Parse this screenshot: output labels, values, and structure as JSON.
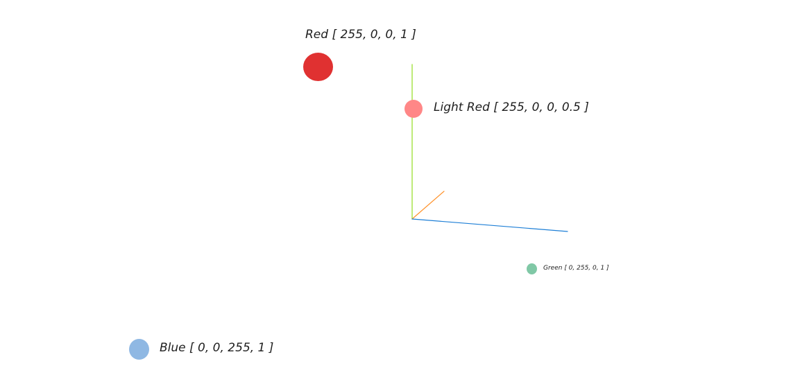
{
  "points": [
    {
      "id": "red",
      "label": "Red [ 255, 0, 0, 1 ]",
      "color": "#e03131"
    },
    {
      "id": "light-red",
      "label": "Light Red [ 255, 0, 0, 0.5 ]",
      "color": "#ff8787"
    },
    {
      "id": "green",
      "label": "Green [ 0, 255, 0, 1 ]",
      "color": "#80c8a6"
    },
    {
      "id": "blue",
      "label": "Blue [ 0, 0, 255, 1 ]",
      "color": "#8fb8e3"
    }
  ],
  "axes": {
    "y_color": "#a9e34b",
    "x_color": "#ff922b",
    "z_color": "#1c7ed6"
  }
}
